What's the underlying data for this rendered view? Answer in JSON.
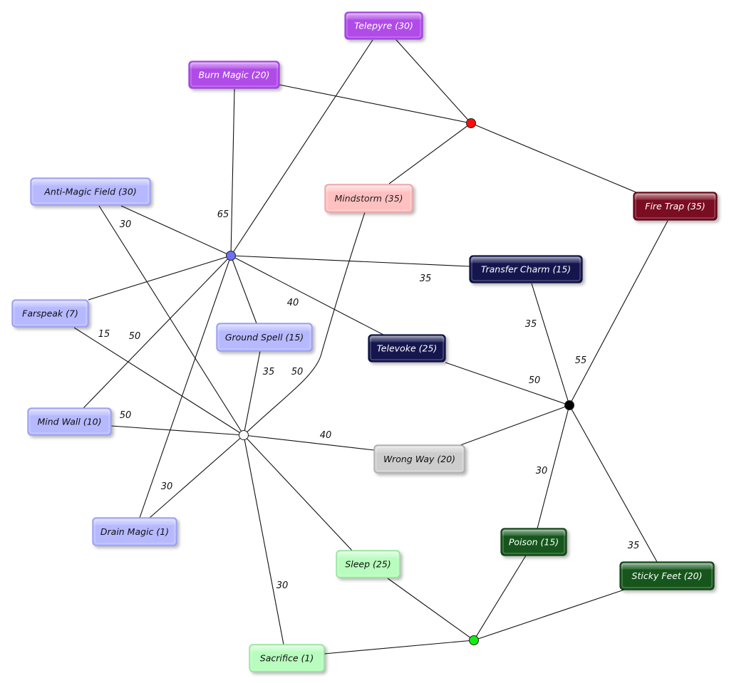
{
  "palette": {
    "violet": {
      "fill": "#b04ce8",
      "stroke": "#9a3ad6",
      "text": "#ffffff"
    },
    "pink": {
      "fill": "#ffc0c0",
      "stroke": "#e89898",
      "text": "#222222"
    },
    "maroon": {
      "fill": "#7a1022",
      "stroke": "#54000f",
      "text": "#ffffff"
    },
    "periwinkle": {
      "fill": "#b6b9ff",
      "stroke": "#8e92ef",
      "text": "#111111"
    },
    "navy": {
      "fill": "#141650",
      "stroke": "#07083a",
      "text": "#ffffff"
    },
    "gray": {
      "fill": "#cdcdcd",
      "stroke": "#a2a2a2",
      "text": "#111111"
    },
    "mint": {
      "fill": "#b8fcbe",
      "stroke": "#86de8e",
      "text": "#111111"
    },
    "forest": {
      "fill": "#14561c",
      "stroke": "#0a3a10",
      "text": "#ffffff"
    }
  },
  "hubs": [
    {
      "id": "hub-blue",
      "color": "#6f6ff4"
    },
    {
      "id": "hub-red",
      "color": "#ff0d0d"
    },
    {
      "id": "hub-black",
      "color": "#000000"
    },
    {
      "id": "hub-white",
      "color": "#ffffff"
    },
    {
      "id": "hub-green",
      "color": "#11ee11"
    }
  ],
  "nodes": [
    {
      "id": "telepyre",
      "label": "Telepyre (30)",
      "color": "violet"
    },
    {
      "id": "burn-magic",
      "label": "Burn Magic (20)",
      "color": "violet"
    },
    {
      "id": "mindstorm",
      "label": "Mindstorm (35)",
      "color": "pink"
    },
    {
      "id": "fire-trap",
      "label": "Fire Trap (35)",
      "color": "maroon"
    },
    {
      "id": "anti-magic-field",
      "label": "Anti-Magic Field (30)",
      "color": "periwinkle"
    },
    {
      "id": "transfer-charm",
      "label": "Transfer Charm (15)",
      "color": "navy"
    },
    {
      "id": "farspeak",
      "label": "Farspeak (7)",
      "color": "periwinkle"
    },
    {
      "id": "ground-spell",
      "label": "Ground Spell (15)",
      "color": "periwinkle"
    },
    {
      "id": "televoke",
      "label": "Televoke (25)",
      "color": "navy"
    },
    {
      "id": "mind-wall",
      "label": "Mind Wall (10)",
      "color": "periwinkle"
    },
    {
      "id": "wrong-way",
      "label": "Wrong Way (20)",
      "color": "gray"
    },
    {
      "id": "drain-magic",
      "label": "Drain Magic (1)",
      "color": "periwinkle"
    },
    {
      "id": "poison",
      "label": "Poison (15)",
      "color": "forest"
    },
    {
      "id": "sleep",
      "label": "Sleep (25)",
      "color": "mint"
    },
    {
      "id": "sticky-feet",
      "label": "Sticky Feet (20)",
      "color": "forest"
    },
    {
      "id": "sacrifice",
      "label": "Sacrifice (1)",
      "color": "mint"
    }
  ],
  "edges": [
    {
      "from": "hub-red",
      "to": "telepyre",
      "label": ""
    },
    {
      "from": "hub-red",
      "to": "burn-magic",
      "label": ""
    },
    {
      "from": "hub-red",
      "to": "mindstorm",
      "label": ""
    },
    {
      "from": "hub-red",
      "to": "fire-trap",
      "label": ""
    },
    {
      "from": "hub-blue",
      "to": "telepyre",
      "label": ""
    },
    {
      "from": "hub-blue",
      "to": "burn-magic",
      "label": "65"
    },
    {
      "from": "hub-blue",
      "to": "anti-magic-field",
      "label": ""
    },
    {
      "from": "hub-blue",
      "to": "transfer-charm",
      "label": "35"
    },
    {
      "from": "hub-blue",
      "to": "farspeak",
      "label": ""
    },
    {
      "from": "hub-blue",
      "to": "ground-spell",
      "label": ""
    },
    {
      "from": "hub-blue",
      "to": "televoke",
      "label": "40"
    },
    {
      "from": "hub-blue",
      "to": "mind-wall",
      "label": "50"
    },
    {
      "from": "hub-blue",
      "to": "drain-magic",
      "label": ""
    },
    {
      "from": "hub-black",
      "to": "fire-trap",
      "label": "55"
    },
    {
      "from": "hub-black",
      "to": "transfer-charm",
      "label": "35"
    },
    {
      "from": "hub-black",
      "to": "televoke",
      "label": "50"
    },
    {
      "from": "hub-black",
      "to": "wrong-way",
      "label": ""
    },
    {
      "from": "hub-black",
      "to": "poison",
      "label": "30"
    },
    {
      "from": "hub-black",
      "to": "sticky-feet",
      "label": "35"
    },
    {
      "from": "hub-white",
      "to": "anti-magic-field",
      "label": "30"
    },
    {
      "from": "hub-white",
      "to": "farspeak",
      "label": "15"
    },
    {
      "from": "hub-white",
      "to": "ground-spell",
      "label": "35"
    },
    {
      "from": "hub-white",
      "to": "mindstorm",
      "label": "50"
    },
    {
      "from": "hub-white",
      "to": "mind-wall",
      "label": "50"
    },
    {
      "from": "hub-white",
      "to": "wrong-way",
      "label": "40"
    },
    {
      "from": "hub-white",
      "to": "drain-magic",
      "label": "30"
    },
    {
      "from": "hub-white",
      "to": "sleep",
      "label": ""
    },
    {
      "from": "hub-white",
      "to": "sacrifice",
      "label": "30"
    },
    {
      "from": "hub-green",
      "to": "sleep",
      "label": ""
    },
    {
      "from": "hub-green",
      "to": "poison",
      "label": ""
    },
    {
      "from": "hub-green",
      "to": "sticky-feet",
      "label": ""
    },
    {
      "from": "hub-green",
      "to": "sacrifice",
      "label": ""
    }
  ]
}
